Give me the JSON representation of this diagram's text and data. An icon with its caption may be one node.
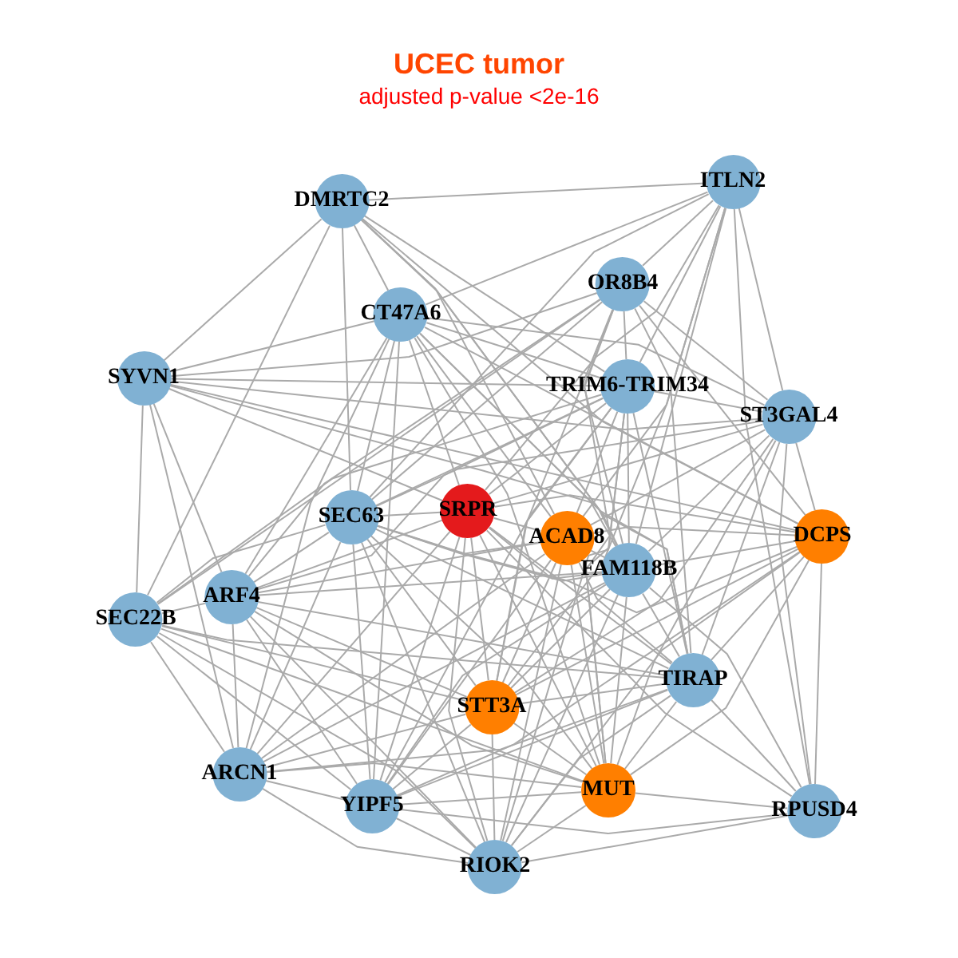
{
  "diagram": {
    "title": "UCEC tumor",
    "nodes": [
      {
        "text": [
          "DMRTC2"
        ]
      },
      {
        "text": [
          "ITLN2"
        ]
      },
      {
        "text": [
          "OR8B4"
        ]
      },
      {
        "text": [
          "CT47A6"
        ]
      },
      {
        "text": [
          "SYVN1"
        ]
      },
      {
        "text": [
          "TRIM6-TRIM34"
        ]
      },
      {
        "text": [
          "ST3GAL4"
        ]
      },
      {
        "text": [
          "SEC63"
        ]
      },
      {
        "text": [
          "SRPR"
        ]
      },
      {
        "text": [
          "ACAD8"
        ]
      },
      {
        "text": [
          "DCPS"
        ]
      },
      {
        "text": [
          "ARF4"
        ]
      },
      {
        "text": [
          "SEC22B"
        ]
      },
      {
        "text": [
          "FAM118B"
        ]
      },
      {
        "text": [
          "TIRAP"
        ]
      },
      {
        "text": [
          "STT3A"
        ]
      },
      {
        "text": [
          "ARCN1"
        ]
      },
      {
        "text": [
          "MUT"
        ]
      },
      {
        "text": [
          "YIPF5"
        ]
      },
      {
        "text": [
          "RIOK2"
        ]
      },
      {
        "text": [
          "RPUSD4"
        ]
      }
    ],
    "edges": [
      {
        "from": 0,
        "to": 1,
        "arrow": "none"
      },
      {
        "from": 0,
        "to": 4,
        "arrow": "none"
      },
      {
        "from": 0,
        "to": 12,
        "arrow": "none"
      },
      {
        "from": 0,
        "to": 7,
        "arrow": "none"
      },
      {
        "from": 0,
        "to": 3,
        "arrow": "none"
      },
      {
        "from": 0,
        "to": 5,
        "arrow": "none"
      },
      {
        "from": 0,
        "to": 10,
        "arrow": "none"
      },
      {
        "from": 0,
        "to": 13,
        "arrow": "none"
      },
      {
        "from": 0,
        "to": 14,
        "arrow": "none"
      },
      {
        "from": 0,
        "to": 9,
        "arrow": "none"
      },
      {
        "from": 1,
        "to": 3,
        "arrow": "none"
      },
      {
        "from": 1,
        "to": 2,
        "arrow": "none"
      },
      {
        "from": 1,
        "to": 5,
        "arrow": "none"
      },
      {
        "from": 1,
        "to": 6,
        "arrow": "none"
      },
      {
        "from": 1,
        "to": 20,
        "arrow": "none"
      },
      {
        "from": 1,
        "to": 13,
        "arrow": "none"
      },
      {
        "from": 1,
        "to": 15,
        "arrow": "none"
      },
      {
        "from": 1,
        "to": 9,
        "arrow": "none"
      },
      {
        "from": 1,
        "to": 8,
        "arrow": "none"
      },
      {
        "from": 1,
        "to": 7,
        "arrow": "none"
      },
      {
        "from": 2,
        "to": 4,
        "arrow": "none"
      },
      {
        "from": 2,
        "to": 7,
        "arrow": "none"
      },
      {
        "from": 2,
        "to": 11,
        "arrow": "none"
      },
      {
        "from": 2,
        "to": 5,
        "arrow": "none"
      },
      {
        "from": 2,
        "to": 6,
        "arrow": "none"
      },
      {
        "from": 2,
        "to": 10,
        "arrow": "none"
      },
      {
        "from": 2,
        "to": 14,
        "arrow": "none"
      },
      {
        "from": 2,
        "to": 13,
        "arrow": "none"
      },
      {
        "from": 2,
        "to": 15,
        "arrow": "none"
      },
      {
        "from": 2,
        "to": 17,
        "arrow": "none"
      },
      {
        "from": 2,
        "to": 12,
        "arrow": "none"
      },
      {
        "from": 3,
        "to": 4,
        "arrow": "none"
      },
      {
        "from": 3,
        "to": 7,
        "arrow": "none"
      },
      {
        "from": 3,
        "to": 8,
        "arrow": "none"
      },
      {
        "from": 3,
        "to": 9,
        "arrow": "none"
      },
      {
        "from": 3,
        "to": 13,
        "arrow": "none"
      },
      {
        "from": 3,
        "to": 14,
        "arrow": "none"
      },
      {
        "from": 3,
        "to": 17,
        "arrow": "none"
      },
      {
        "from": 3,
        "to": 6,
        "arrow": "none"
      },
      {
        "from": 3,
        "to": 10,
        "arrow": "none"
      },
      {
        "from": 3,
        "to": 11,
        "arrow": "none"
      },
      {
        "from": 3,
        "to": 18,
        "arrow": "none"
      },
      {
        "from": 3,
        "to": 16,
        "arrow": "none"
      },
      {
        "from": 3,
        "to": 5,
        "arrow": "none"
      },
      {
        "from": 4,
        "to": 12,
        "arrow": "none"
      },
      {
        "from": 4,
        "to": 11,
        "arrow": "none"
      },
      {
        "from": 4,
        "to": 16,
        "arrow": "none"
      },
      {
        "from": 4,
        "to": 5,
        "arrow": "none"
      },
      {
        "from": 4,
        "to": 6,
        "arrow": "none"
      },
      {
        "from": 4,
        "to": 10,
        "arrow": "none"
      },
      {
        "from": 4,
        "to": 8,
        "arrow": "none"
      },
      {
        "from": 4,
        "to": 13,
        "arrow": "none"
      },
      {
        "from": 5,
        "to": 6,
        "arrow": "none"
      },
      {
        "from": 5,
        "to": 7,
        "arrow": "none"
      },
      {
        "from": 5,
        "to": 8,
        "arrow": "none"
      },
      {
        "from": 5,
        "to": 9,
        "arrow": "none"
      },
      {
        "from": 5,
        "to": 13,
        "arrow": "none"
      },
      {
        "from": 5,
        "to": 14,
        "arrow": "none"
      },
      {
        "from": 5,
        "to": 15,
        "arrow": "none"
      },
      {
        "from": 5,
        "to": 17,
        "arrow": "none"
      },
      {
        "from": 5,
        "to": 19,
        "arrow": "none"
      },
      {
        "from": 5,
        "to": 18,
        "arrow": "none"
      },
      {
        "from": 5,
        "to": 11,
        "arrow": "none"
      },
      {
        "from": 5,
        "to": 12,
        "arrow": "none"
      },
      {
        "from": 6,
        "to": 7,
        "arrow": "none"
      },
      {
        "from": 6,
        "to": 8,
        "arrow": "none"
      },
      {
        "from": 6,
        "to": 10,
        "arrow": "none"
      },
      {
        "from": 6,
        "to": 13,
        "arrow": "none"
      },
      {
        "from": 6,
        "to": 14,
        "arrow": "none"
      },
      {
        "from": 6,
        "to": 20,
        "arrow": "none"
      },
      {
        "from": 6,
        "to": 17,
        "arrow": "none"
      },
      {
        "from": 6,
        "to": 15,
        "arrow": "none"
      },
      {
        "from": 6,
        "to": 9,
        "arrow": "none"
      },
      {
        "from": 7,
        "to": 8,
        "arrow": "none"
      },
      {
        "from": 7,
        "to": 11,
        "arrow": "none"
      },
      {
        "from": 7,
        "to": 12,
        "arrow": "none"
      },
      {
        "from": 7,
        "to": 9,
        "arrow": "none"
      },
      {
        "from": 7,
        "to": 13,
        "arrow": "none"
      },
      {
        "from": 7,
        "to": 14,
        "arrow": "none"
      },
      {
        "from": 7,
        "to": 15,
        "arrow": "none"
      },
      {
        "from": 7,
        "to": 17,
        "arrow": "none"
      },
      {
        "from": 7,
        "to": 19,
        "arrow": "none"
      },
      {
        "from": 7,
        "to": 18,
        "arrow": "none"
      },
      {
        "from": 7,
        "to": 16,
        "arrow": "none"
      },
      {
        "from": 7,
        "to": 10,
        "arrow": "none"
      },
      {
        "from": 8,
        "to": 9,
        "arrow": "none"
      },
      {
        "from": 8,
        "to": 10,
        "arrow": "none"
      },
      {
        "from": 8,
        "to": 11,
        "arrow": "none"
      },
      {
        "from": 8,
        "to": 13,
        "arrow": "none"
      },
      {
        "from": 8,
        "to": 14,
        "arrow": "none"
      },
      {
        "from": 8,
        "to": 15,
        "arrow": "none"
      },
      {
        "from": 8,
        "to": 17,
        "arrow": "none"
      },
      {
        "from": 8,
        "to": 19,
        "arrow": "none"
      },
      {
        "from": 8,
        "to": 18,
        "arrow": "none"
      },
      {
        "from": 8,
        "to": 16,
        "arrow": "none"
      },
      {
        "from": 8,
        "to": 20,
        "arrow": "none"
      },
      {
        "from": 9,
        "to": 10,
        "arrow": "none"
      },
      {
        "from": 9,
        "to": 13,
        "arrow": "none"
      },
      {
        "from": 9,
        "to": 14,
        "arrow": "none"
      },
      {
        "from": 9,
        "to": 15,
        "arrow": "none"
      },
      {
        "from": 9,
        "to": 17,
        "arrow": "none"
      },
      {
        "from": 9,
        "to": 19,
        "arrow": "none"
      },
      {
        "from": 9,
        "to": 18,
        "arrow": "none"
      },
      {
        "from": 9,
        "to": 16,
        "arrow": "none"
      },
      {
        "from": 9,
        "to": 11,
        "arrow": "none"
      },
      {
        "from": 10,
        "to": 13,
        "arrow": "none"
      },
      {
        "from": 10,
        "to": 14,
        "arrow": "none"
      },
      {
        "from": 10,
        "to": 20,
        "arrow": "none"
      },
      {
        "from": 10,
        "to": 17,
        "arrow": "none"
      },
      {
        "from": 10,
        "to": 15,
        "arrow": "none"
      },
      {
        "from": 10,
        "to": 19,
        "arrow": "none"
      },
      {
        "from": 10,
        "to": 18,
        "arrow": "none"
      },
      {
        "from": 11,
        "to": 12,
        "arrow": "none"
      },
      {
        "from": 11,
        "to": 16,
        "arrow": "none"
      },
      {
        "from": 11,
        "to": 18,
        "arrow": "none"
      },
      {
        "from": 11,
        "to": 19,
        "arrow": "none"
      },
      {
        "from": 11,
        "to": 15,
        "arrow": "none"
      },
      {
        "from": 11,
        "to": 17,
        "arrow": "none"
      },
      {
        "from": 11,
        "to": 14,
        "arrow": "none"
      },
      {
        "from": 11,
        "to": 13,
        "arrow": "none"
      },
      {
        "from": 12,
        "to": 16,
        "arrow": "none"
      },
      {
        "from": 12,
        "to": 18,
        "arrow": "none"
      },
      {
        "from": 12,
        "to": 19,
        "arrow": "none"
      },
      {
        "from": 12,
        "to": 15,
        "arrow": "none"
      },
      {
        "from": 12,
        "to": 17,
        "arrow": "none"
      },
      {
        "from": 12,
        "to": 14,
        "arrow": "none"
      },
      {
        "from": 13,
        "to": 14,
        "arrow": "none"
      },
      {
        "from": 13,
        "to": 15,
        "arrow": "none"
      },
      {
        "from": 13,
        "to": 17,
        "arrow": "none"
      },
      {
        "from": 13,
        "to": 19,
        "arrow": "none"
      },
      {
        "from": 13,
        "to": 18,
        "arrow": "none"
      },
      {
        "from": 13,
        "to": 16,
        "arrow": "none"
      },
      {
        "from": 13,
        "to": 20,
        "arrow": "none"
      },
      {
        "from": 14,
        "to": 15,
        "arrow": "none"
      },
      {
        "from": 14,
        "to": 17,
        "arrow": "none"
      },
      {
        "from": 14,
        "to": 20,
        "arrow": "none"
      },
      {
        "from": 14,
        "to": 19,
        "arrow": "none"
      },
      {
        "from": 14,
        "to": 18,
        "arrow": "none"
      },
      {
        "from": 14,
        "to": 16,
        "arrow": "none"
      },
      {
        "from": 15,
        "to": 17,
        "arrow": "none"
      },
      {
        "from": 15,
        "to": 19,
        "arrow": "none"
      },
      {
        "from": 15,
        "to": 18,
        "arrow": "none"
      },
      {
        "from": 15,
        "to": 16,
        "arrow": "none"
      },
      {
        "from": 16,
        "to": 18,
        "arrow": "none"
      },
      {
        "from": 16,
        "to": 19,
        "arrow": "none"
      },
      {
        "from": 16,
        "to": 17,
        "arrow": "none"
      },
      {
        "from": 17,
        "to": 19,
        "arrow": "none"
      },
      {
        "from": 17,
        "to": 20,
        "arrow": "none"
      },
      {
        "from": 17,
        "to": 18,
        "arrow": "none"
      },
      {
        "from": 18,
        "to": 19,
        "arrow": "none"
      },
      {
        "from": 18,
        "to": 20,
        "arrow": "none"
      },
      {
        "from": 19,
        "to": 20,
        "arrow": "none"
      }
    ],
    "labels": [
      "adjusted p-value <2e-16"
    ]
  }
}
